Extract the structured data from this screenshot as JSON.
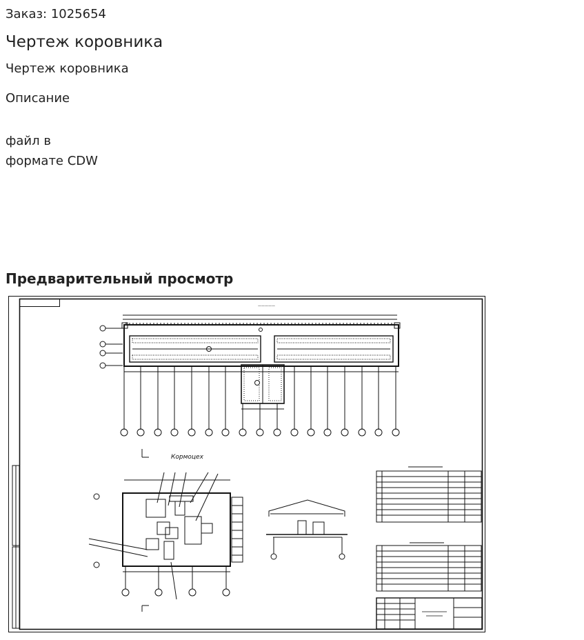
{
  "order": {
    "label": "Заказ: 1025654"
  },
  "product": {
    "title": "Чертеж коровника",
    "subtitle": "Чертеж коровника"
  },
  "description": {
    "heading": "Описание",
    "line1": "файл в",
    "line2": "формате CDW"
  },
  "preview": {
    "heading": "Предварительный просмотр",
    "drawing_label": "Кормоцех"
  }
}
